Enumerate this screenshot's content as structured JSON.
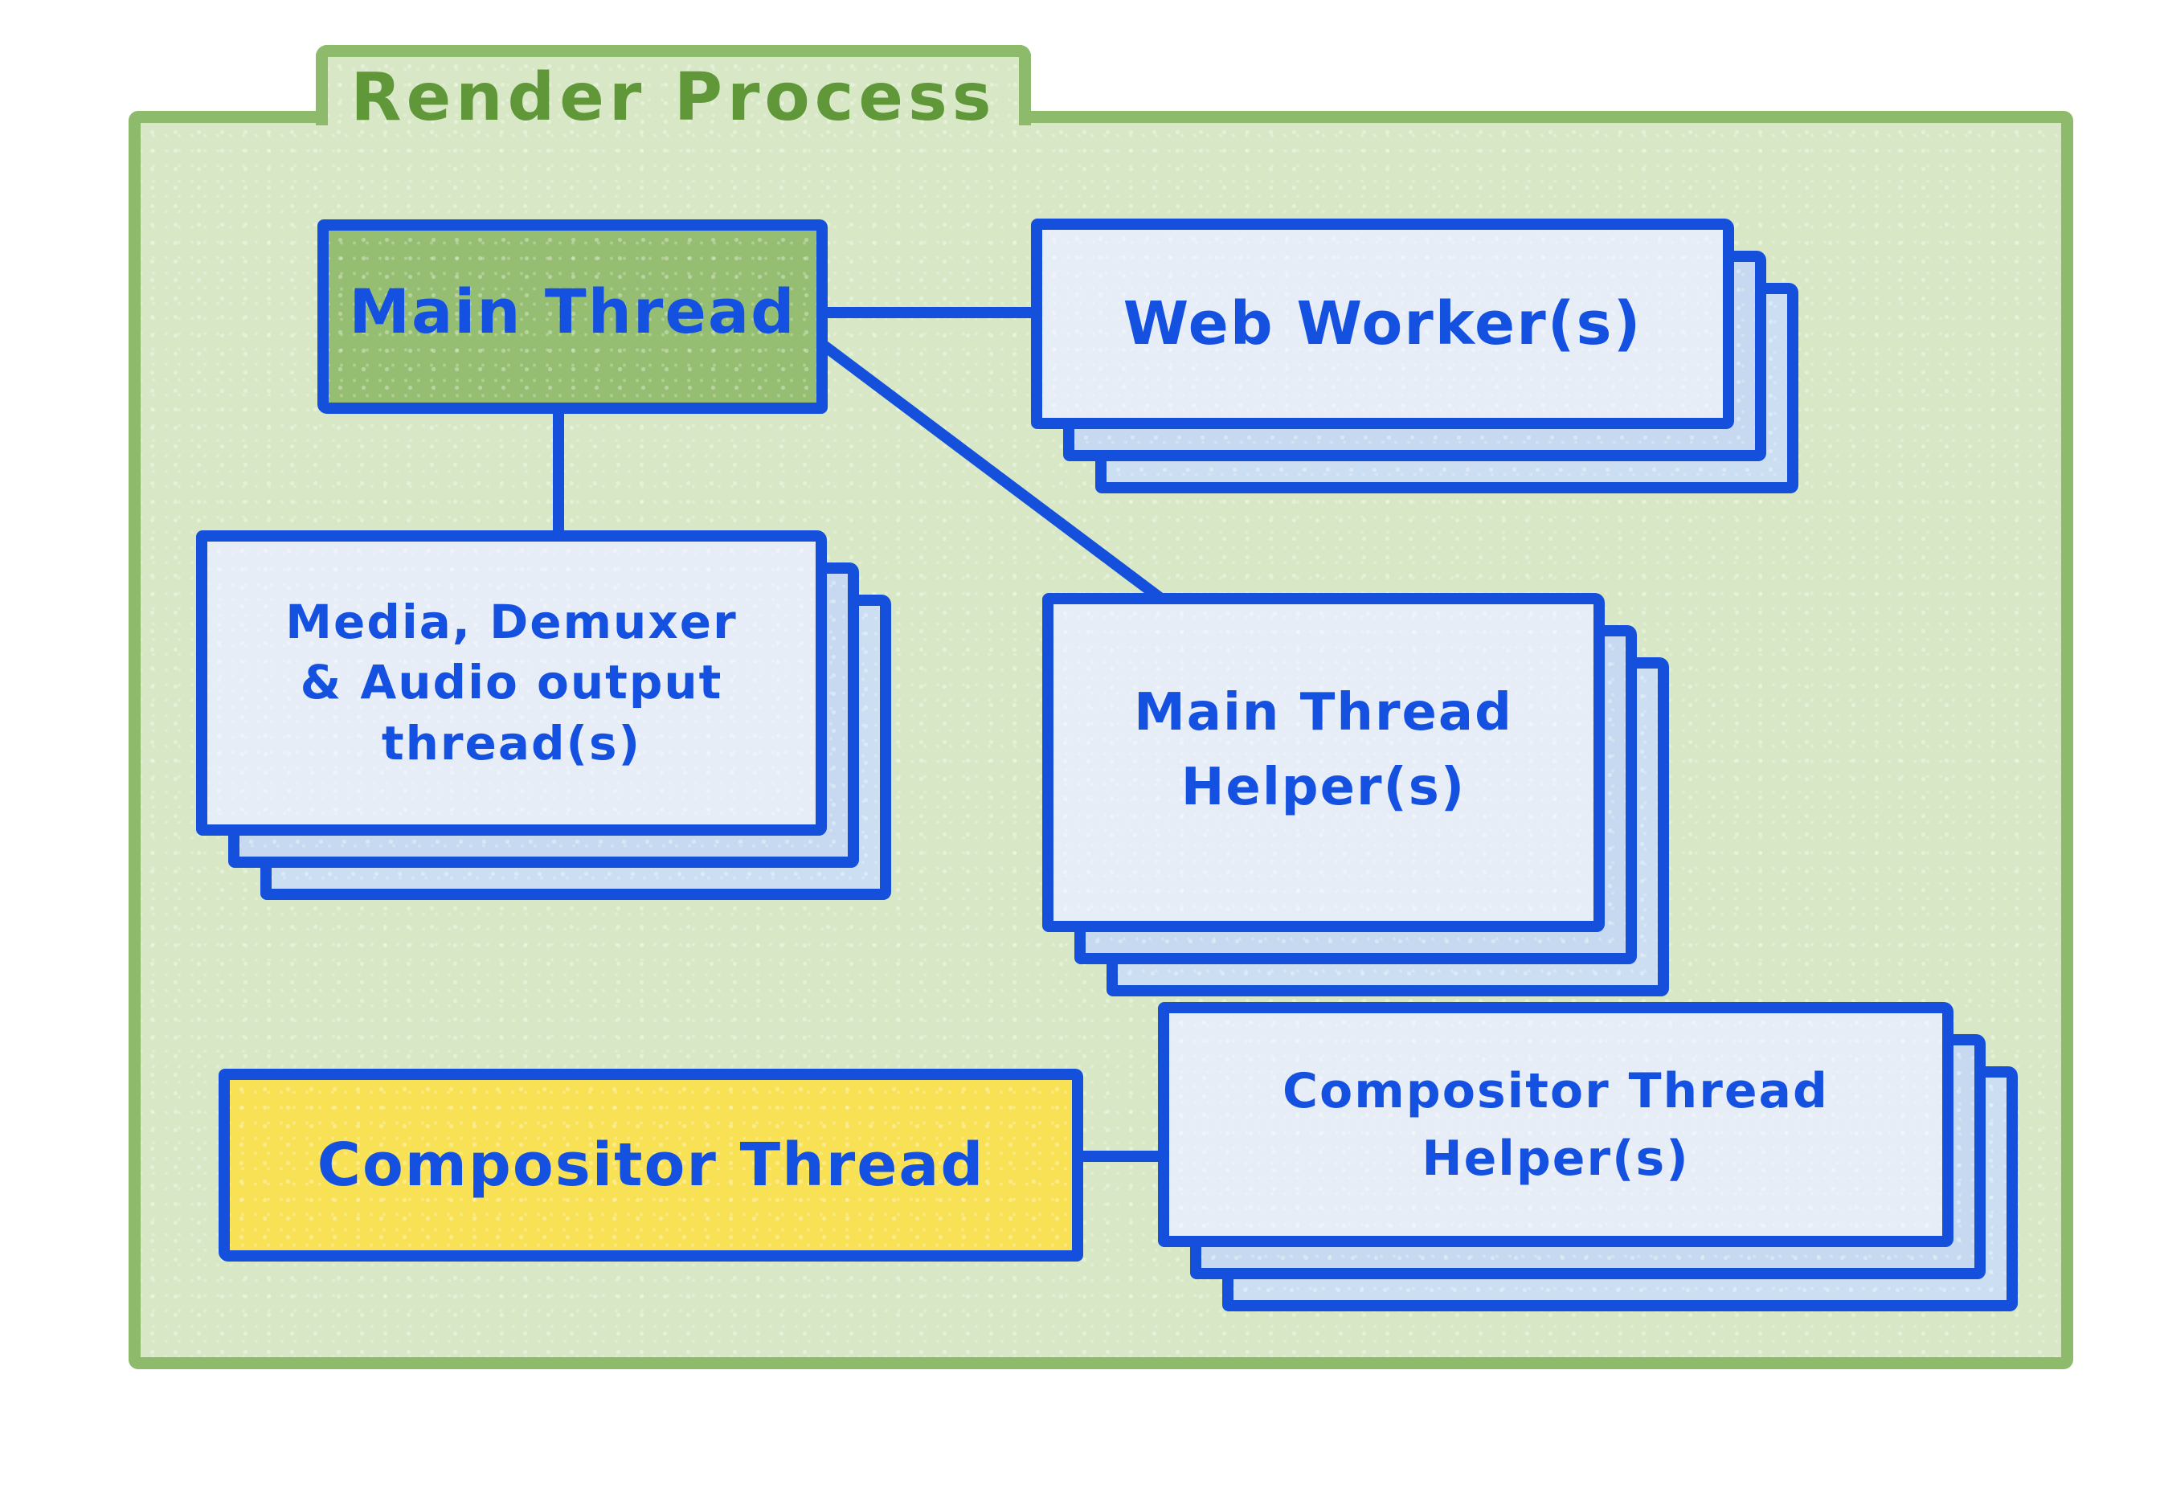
{
  "diagram": {
    "title": "Render Process",
    "nodes": {
      "main_thread": {
        "label": "Main Thread",
        "fill": "#95be72"
      },
      "web_workers": {
        "label": "Web Worker(s)",
        "fill": "#e7edf6",
        "stacked": true
      },
      "media_threads": {
        "label": "Media, Demuxer\n& Audio output\nthread(s)",
        "fill": "#e7edf6",
        "stacked": true
      },
      "main_thread_helpers": {
        "label": "Main Thread\nHelper(s)",
        "fill": "#e7edf6",
        "stacked": true
      },
      "compositor_thread": {
        "label": "Compositor Thread",
        "fill": "#f9e155"
      },
      "compositor_thread_helpers": {
        "label": "Compositor Thread\nHelper(s)",
        "fill": "#e7edf6",
        "stacked": true
      }
    },
    "edges": [
      {
        "from": "Main Thread",
        "to": "Web Worker(s)"
      },
      {
        "from": "Main Thread",
        "to": "Main Thread Helper(s)"
      },
      {
        "from": "Main Thread",
        "to": "Media, Demuxer & Audio output thread(s)"
      },
      {
        "from": "Compositor Thread",
        "to": "Compositor Thread Helper(s)"
      }
    ],
    "colors": {
      "container_border": "#8dba6b",
      "container_fill": "#d8e8c6",
      "title_text": "#5f9739",
      "node_border": "#1450dc",
      "node_text": "#1551e0",
      "main_thread_fill": "#95be72",
      "compositor_fill": "#f9e155",
      "card_front_fill": "#e7edf6",
      "card_back_fill": "#c6d9f0",
      "page_background": "#ffffff"
    }
  }
}
